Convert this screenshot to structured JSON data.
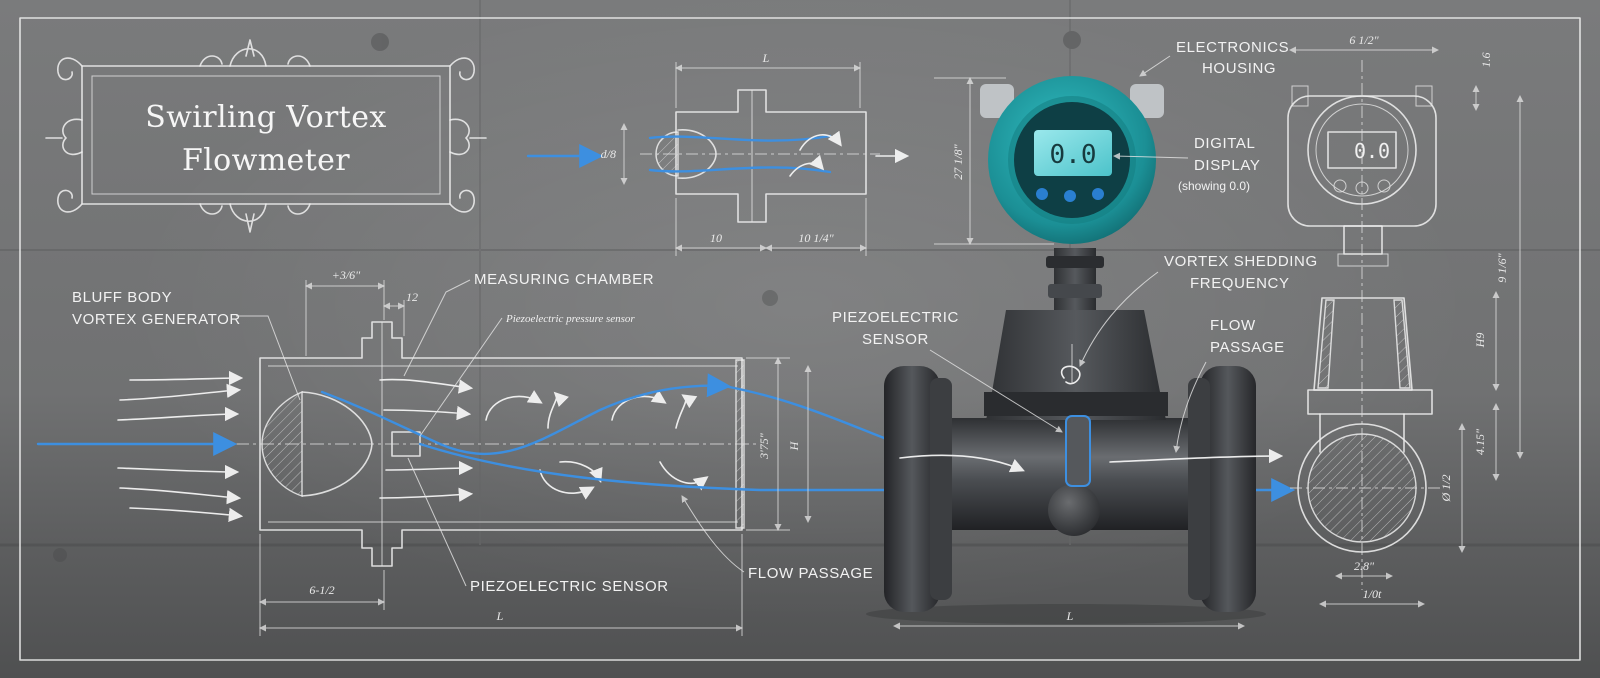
{
  "title": {
    "line1": "Swirling Vortex",
    "line2": "Flowmeter"
  },
  "labels": {
    "bluff_body": {
      "line1": "BLUFF BODY",
      "line2": "VORTEX GENERATOR"
    },
    "measuring_chamber": "MEASURING CHAMBER",
    "pressure_sensor": "Piezoelectric pressure sensor",
    "piezo_sensor_bottom": "PIEZOELECTRIC SENSOR",
    "flow_passage_bottom": "FLOW PASSAGE",
    "electronics": {
      "line1": "ELECTRONICS",
      "line2": "HOUSING"
    },
    "digital_display": {
      "line1": "DIGITAL",
      "line2": "DISPLAY",
      "line3": "(showing 0.0)"
    },
    "vortex_freq": {
      "line1": "VORTEX SHEDDING",
      "line2": "FREQUENCY"
    },
    "piezo_sensor_right": {
      "line1": "PIEZOELECTRIC",
      "line2": "SENSOR"
    },
    "flow_passage_right": {
      "line1": "FLOW",
      "line2": "PASSAGE"
    }
  },
  "display_value": "0.0",
  "dimensions": {
    "top_L": "L",
    "top_d": "d/8",
    "top_10": "10",
    "top_10half": "10 1/4\"",
    "height_27": "27 1/8\"",
    "left_small": "+3/6\"",
    "left_12": "12",
    "left_375": "3'75\"",
    "left_H": "H",
    "left_6half": "6-1/2",
    "left_L": "L",
    "photo_L": "L",
    "side_6half": "6 1/2\"",
    "side_16": "1.6",
    "side_916": "9 1/6\"",
    "side_H9": "H9",
    "side_415": "4.15\"",
    "side_phi": "Ø 1/2",
    "side_28": "2.8\"",
    "side_10": "1/0t"
  },
  "colors": {
    "flow_blue": "#3d8fe0",
    "display_teal": "#1f9ea3",
    "lcd": "#6fd6dc",
    "chalk": "#eeeeee",
    "wall": "#707172"
  },
  "icons": [
    "ornate-frame",
    "lcd-display",
    "button-icons"
  ]
}
